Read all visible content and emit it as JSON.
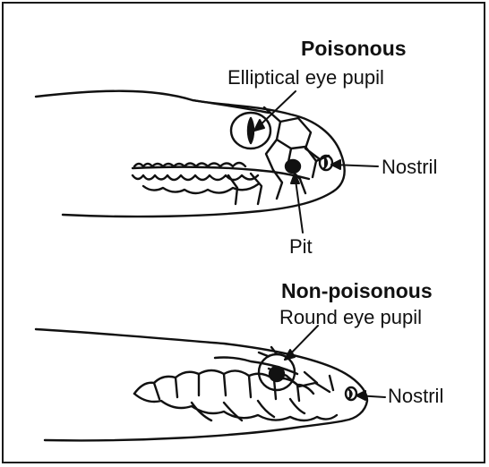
{
  "sections": {
    "poisonous": {
      "title": "Poisonous",
      "eye_label": "Elliptical eye pupil",
      "nostril_label": "Nostril",
      "pit_label": "Pit"
    },
    "non_poisonous": {
      "title": "Non-poisonous",
      "eye_label": "Round eye pupil",
      "nostril_label": "Nostril"
    }
  },
  "colors": {
    "ink": "#111111",
    "background": "#ffffff"
  }
}
